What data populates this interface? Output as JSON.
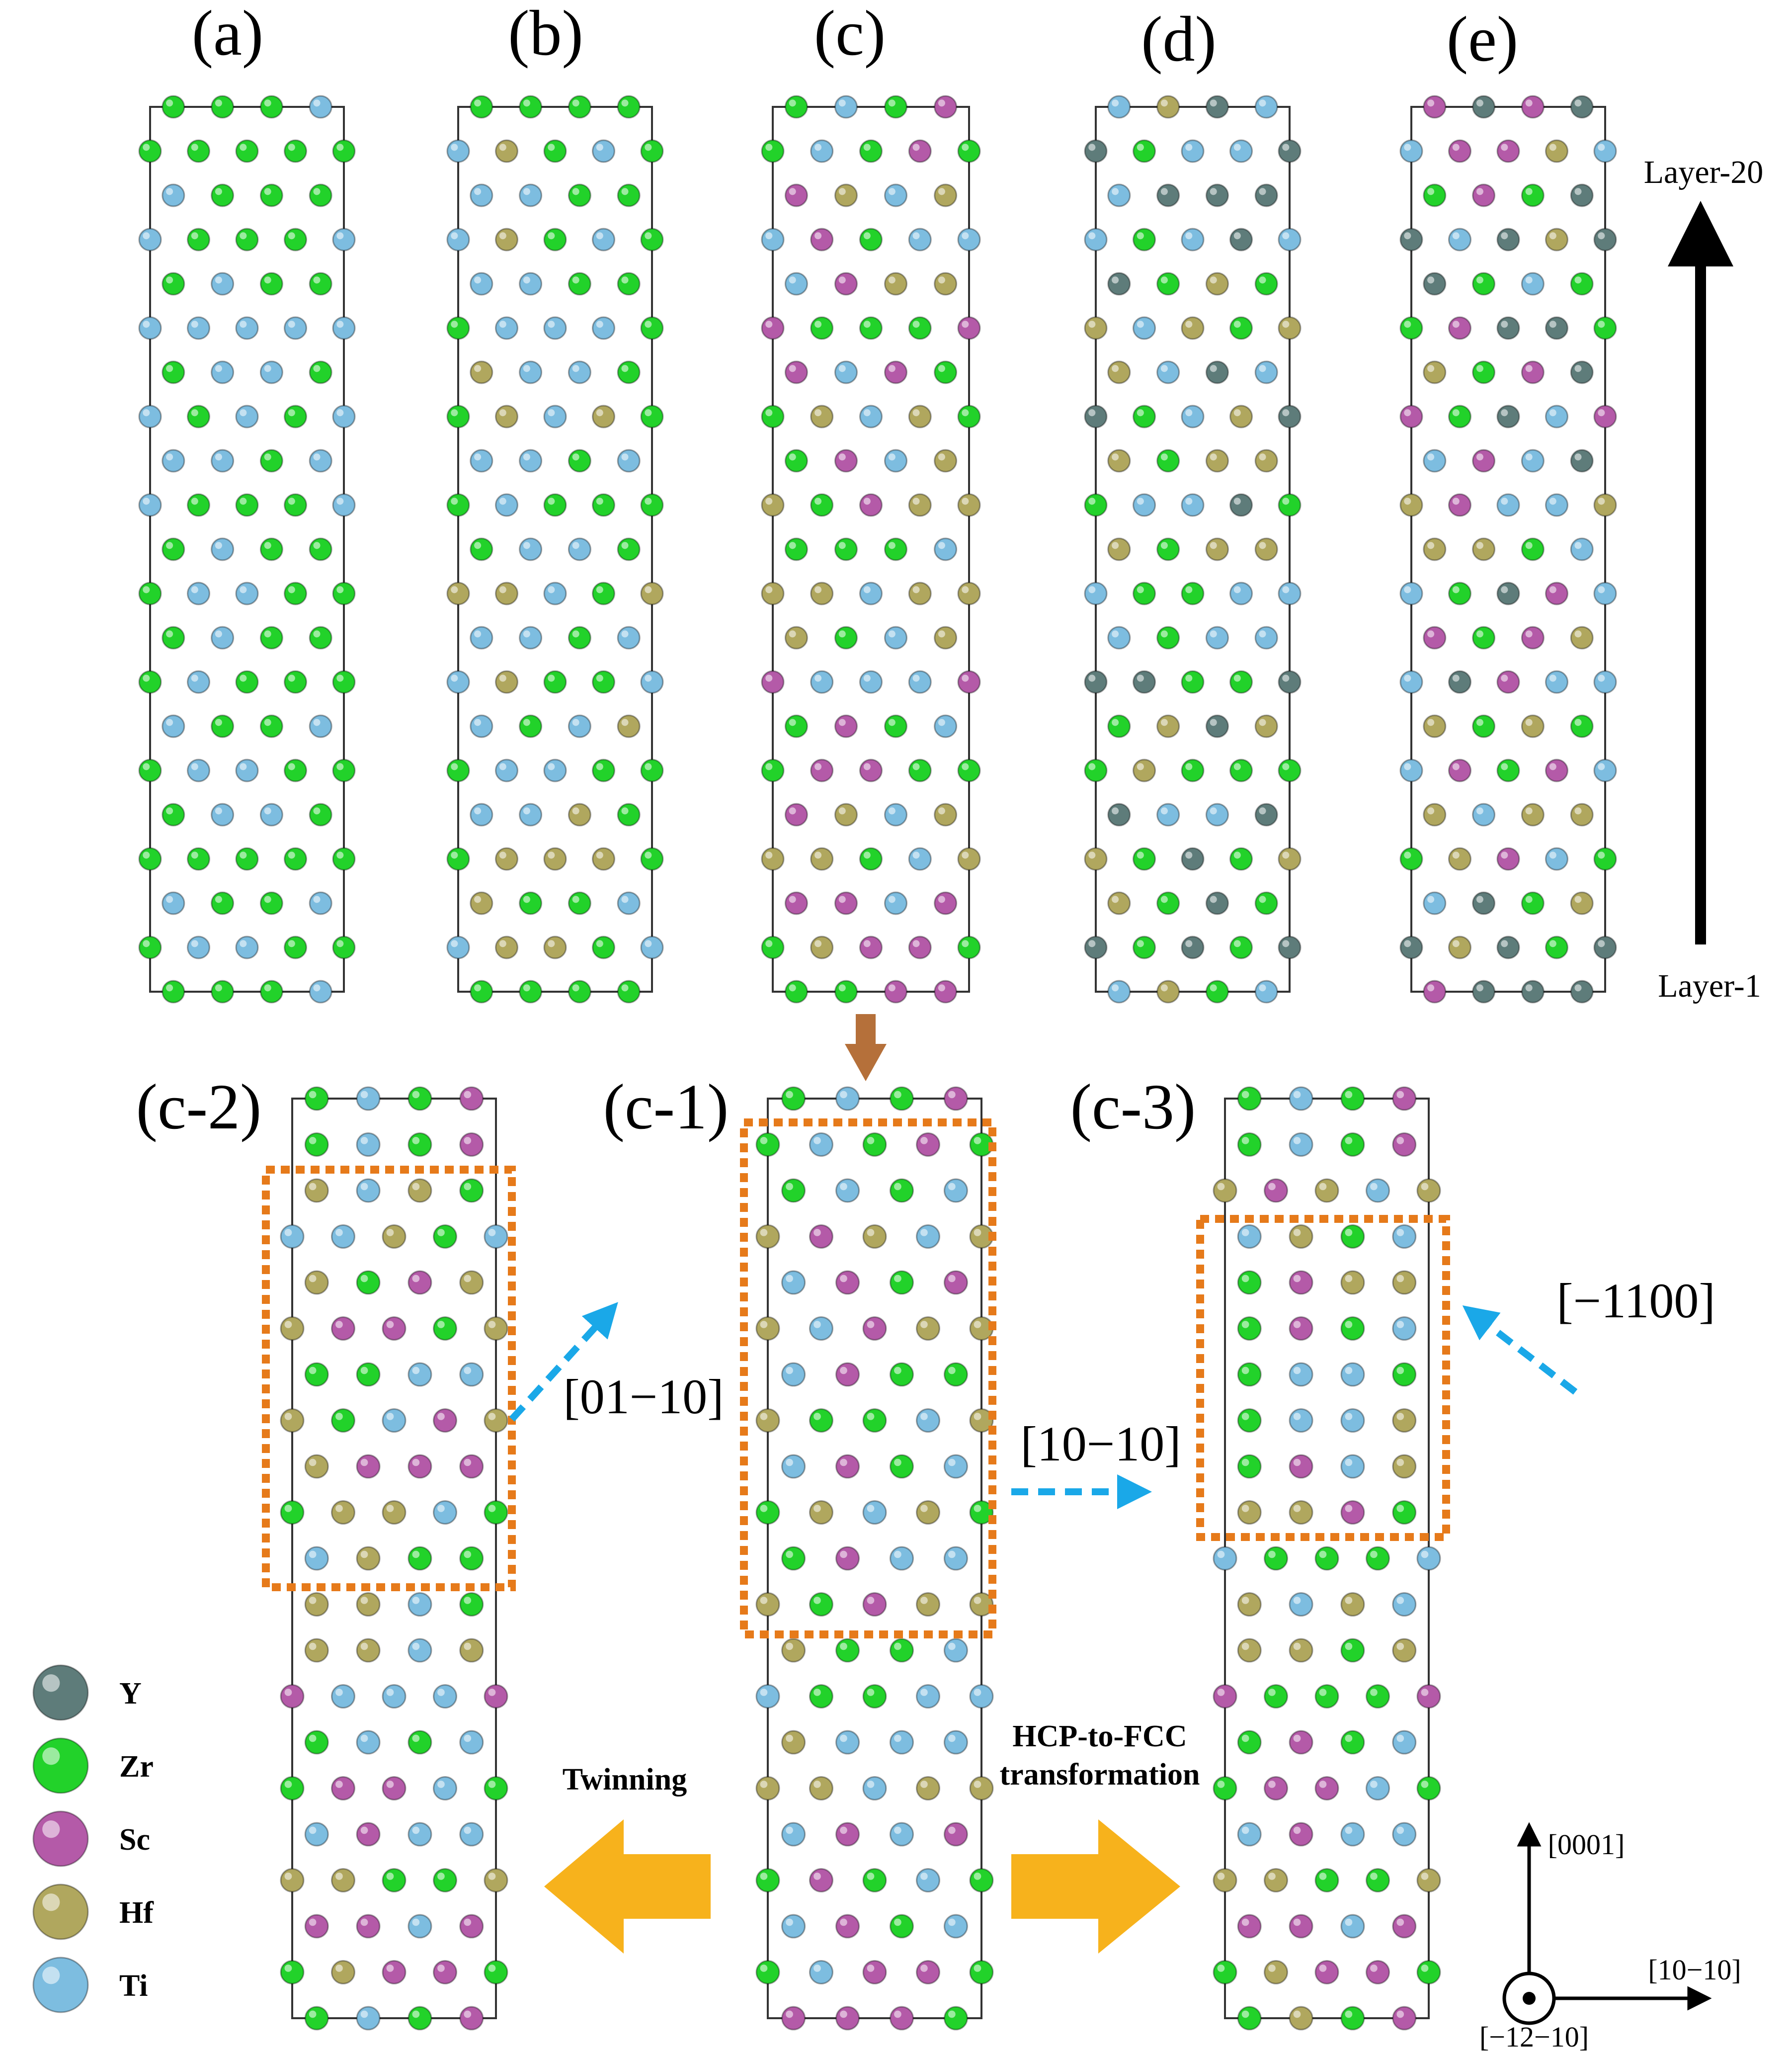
{
  "colors": {
    "Y": "#5e7c7a",
    "Zr": "#22d22a",
    "Sc": "#b45aa8",
    "Hf": "#b0a75e",
    "Ti": "#7dbde0",
    "orange": "#e67a1a",
    "cyan": "#1aa8e8",
    "yellow": "#f7b21c",
    "brown": "#b5703a"
  },
  "panels": {
    "a": {
      "label": "(a)",
      "pattern": "ZZZT|ZZZZZ|TZZZ|TZZZT|ZTZZ|TTTTT|ZTTZ|TZTZT|TTZT|TZZZT|ZTZZ|ZTTZZ|ZTZZ|ZTZZZ|TZZT|ZTTZZ|ZTTZ|ZZZZZ|TZZT|ZTTZZ|ZZZT"
    },
    "b": {
      "label": "(b)",
      "pattern": "ZZZZ|THZTZ|TTZZ|THZTZ|TTZZ|ZTTTZ|HTTZ|ZHTHZ|TTZT|ZTZZZ|ZTTZ|HHTZH|TTZT|THZZT|TZTH|ZTTZZ|TTHZ|ZHHHZ|HZZT|THHZT|ZZZZ"
    },
    "c": {
      "label": "(c)",
      "pattern": "ZTZS|ZTZSZ|SHTH|TSZTT|TSHH|SZZZS|STSZ|ZHTHZ|ZSTH|HZSHH|ZZZT|HHTHH|HZTH|STTTS|ZSZT|ZSSZZ|SHTH|HHZTH|SSTS|ZHSSZ|ZZSS"
    },
    "d": {
      "label": "(d)",
      "pattern": "THYT|YZTTY|TYYY|TZTYT|YZHZ|HTHZH|HTYT|YZTHY|HZHH|ZTTYZ|HZHH|TZZTT|TZTT|YYZZY|ZHYH|ZHZZZ|YTTY|HZYZH|HZYZ|YZYZY|THZT"
    },
    "e": {
      "label": "(e)",
      "pattern": "SYSY|TSSHT|ZSZY|YTYHY|YZTZ|ZSYYZ|HZSY|SZYTS|TSTY|HSTTH|HHZT|TZYST|SZSH|TYSTT|HZHZ|TSZST|HTHH|ZHSTZ|TYZH|YHYZY|SYYY"
    },
    "c1": {
      "label": "(c-1)",
      "pattern": "ZTZS|ZTZSZ|ZTZT|HSHTH|TSZS|HTSHH|TSZZ|HZZTH|TSZT|ZHTHZ|ZSTT|HZSHH|HZZT|TZZTT|HTTT|HHTHH|TSTS|ZSZTZ|TSZT|ZTSSZ|SSSZ"
    },
    "c2": {
      "label": "(c-2)",
      "pattern": "ZTZS|ZTZS|HTHZ|TTHZT|HZSH|HSSZH|ZZTT|HZTSH|HSSS|ZHHTZ|THZZ|HHTZ|HHTH|STTTS|ZTZT|ZSSTZ|TSTT|HHZZH|SSTS|ZHSSZ|ZTZS"
    },
    "c3": {
      "label": "(c-3)",
      "pattern": "ZTZS|ZTZS|HSHTH|THZT|ZSHH|ZSZT|ZTTZ|ZTTH|ZSTH|HHSZ|TZZZT|HTHT|HHZH|SZZZS|ZSZT|ZSSTZ|TSTT|HHZZH|SSTS|ZHSSZ|ZHZS"
    }
  },
  "labels": {
    "layer20": "Layer-20",
    "layer1": "Layer-1",
    "dir_c2": "[01−10]",
    "dir_c1": "[10−10]",
    "dir_c3": "[−1100]",
    "twinning": "Twinning",
    "hcp1": "HCP-to-FCC",
    "hcp2": "transformation",
    "ax_up": "[0001]",
    "ax_right": "[10−10]",
    "ax_out": "[−12−10]"
  },
  "legend": [
    {
      "name": "Y",
      "key": "Y"
    },
    {
      "name": "Zr",
      "key": "Zr"
    },
    {
      "name": "Sc",
      "key": "Sc"
    },
    {
      "name": "Hf",
      "key": "Hf"
    },
    {
      "name": "Ti",
      "key": "Ti"
    }
  ]
}
